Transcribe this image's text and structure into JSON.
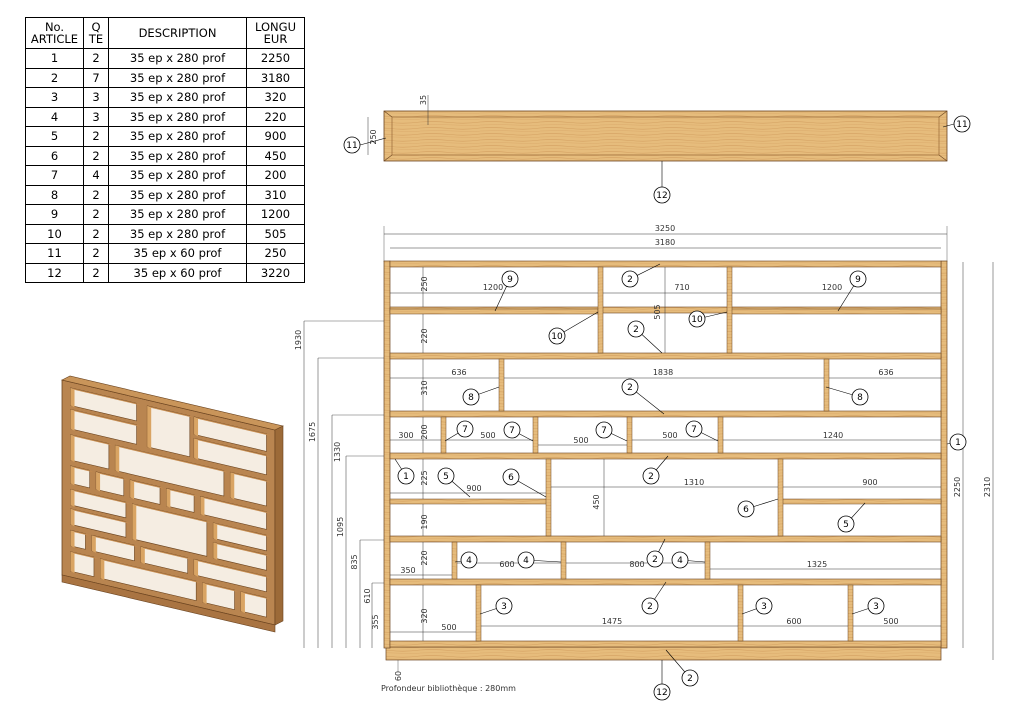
{
  "table": {
    "headers": [
      "No.\nARTICLE",
      "Q\nTE",
      "DESCRIPTION",
      "LONGU\nEUR"
    ],
    "rows": [
      [
        "1",
        "2",
        "35 ep x 280 prof",
        "2250"
      ],
      [
        "2",
        "7",
        "35 ep x 280 prof",
        "3180"
      ],
      [
        "3",
        "3",
        "35 ep x 280 prof",
        "320"
      ],
      [
        "4",
        "3",
        "35 ep x 280 prof",
        "220"
      ],
      [
        "5",
        "2",
        "35 ep x 280 prof",
        "900"
      ],
      [
        "6",
        "2",
        "35 ep x 280 prof",
        "450"
      ],
      [
        "7",
        "4",
        "35 ep x 280 prof",
        "200"
      ],
      [
        "8",
        "2",
        "35 ep x 280 prof",
        "310"
      ],
      [
        "9",
        "2",
        "35 ep x 280 prof",
        "1200"
      ],
      [
        "10",
        "2",
        "35 ep x 280 prof",
        "505"
      ],
      [
        "11",
        "2",
        "35 ep x 60 prof",
        "250"
      ],
      [
        "12",
        "2",
        "35 ep x 60 prof",
        "3220"
      ]
    ]
  },
  "top_view": {
    "dims": {
      "thickness": "35",
      "depth": "250"
    },
    "balloons": {
      "left": "11",
      "right": "11",
      "bottom": "12"
    }
  },
  "front_view": {
    "overall": {
      "width_outer": "3250",
      "width_inner": "3180",
      "height_right": "2250",
      "height_total": "2310"
    },
    "left_heights": [
      "1930",
      "1675",
      "1330",
      "1095",
      "835",
      "610",
      "355",
      "60"
    ],
    "inner_dims": {
      "r1": [
        "250",
        "1200",
        "710",
        "1200"
      ],
      "r2": [
        "220",
        "505"
      ],
      "r3": [
        "310",
        "636",
        "1838",
        "636"
      ],
      "r4": [
        "200",
        "300",
        "500",
        "500",
        "500",
        "1240"
      ],
      "r5": [
        "225",
        "900",
        "1310",
        "900",
        "450"
      ],
      "r6": [
        "190"
      ],
      "r7": [
        "220",
        "350",
        "600",
        "800",
        "1325"
      ],
      "r8": [
        "320",
        "500",
        "1475",
        "600",
        "500"
      ]
    },
    "balloons": {
      "b9a": "9",
      "b9b": "9",
      "b2_top": "2",
      "b10a": "10",
      "b10b": "10",
      "b2_mid": "2",
      "b8a": "8",
      "b8b": "8",
      "b2_r3": "2",
      "b1": "1",
      "b7a": "7",
      "b7b": "7",
      "b7c": "7",
      "b7d": "7",
      "b1_left": "1",
      "b5a": "5",
      "b6a": "6",
      "b2_r5": "2",
      "b6b": "6",
      "b5b": "5",
      "b4a": "4",
      "b4b": "4",
      "b2_r7": "2",
      "b4c": "4",
      "b3a": "3",
      "b2_r8": "2",
      "b3b": "3",
      "b3c": "3",
      "b12": "12",
      "b2_bottom": "2"
    },
    "note": "Profondeur bibliothèque : 280mm"
  },
  "colors": {
    "wood": "#e6bc7c",
    "wood_dark": "#c9955a",
    "wood_edge": "#8a5a2b",
    "line": "#333333"
  }
}
